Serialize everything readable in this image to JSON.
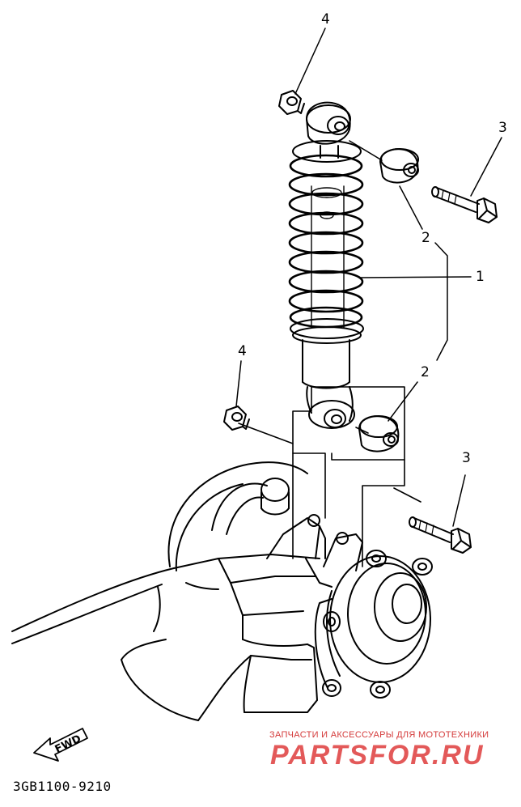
{
  "callouts": {
    "c1": "1",
    "c2_upper": "2",
    "c2_lower": "2",
    "c3_upper": "3",
    "c3_lower": "3",
    "c4_upper": "4",
    "c4_lower": "4"
  },
  "direction_badge": "FWD",
  "drawing_code": "3GB1100-9210",
  "watermark": {
    "tagline": "ЗАПЧАСТИ И АКСЕССУАРЫ ДЛЯ МОТОТЕХНИКИ",
    "logo_text": "PARTSFOR.RU",
    "color": "#e04848"
  }
}
